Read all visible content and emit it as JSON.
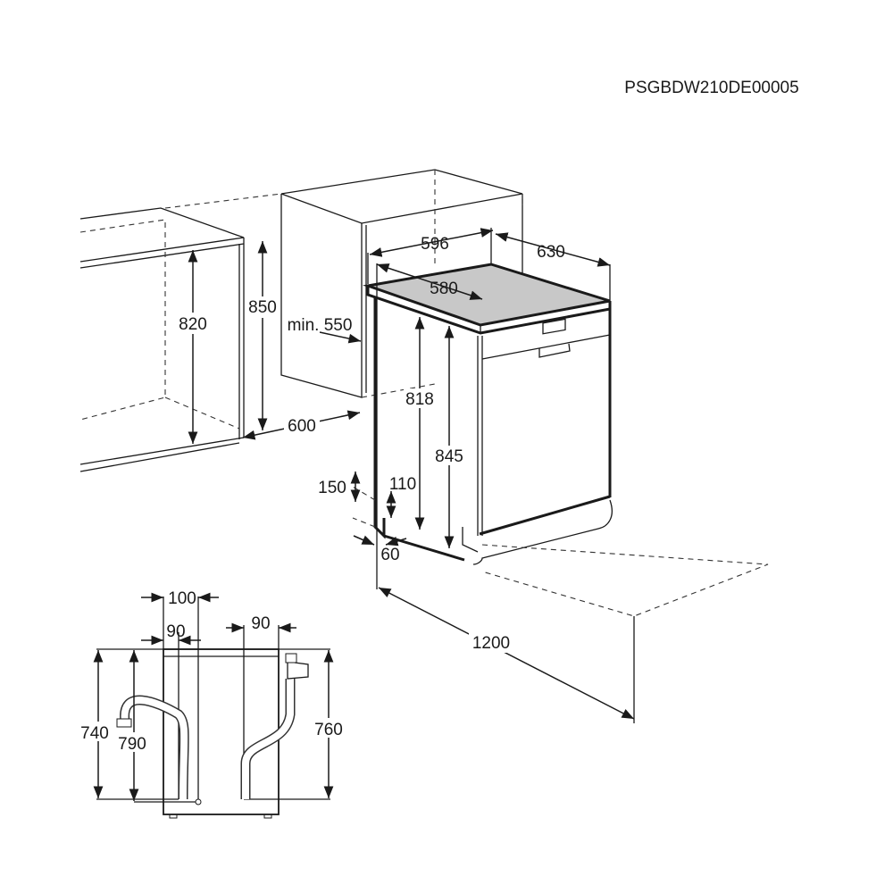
{
  "title": "PSGBDW210DE00005",
  "dimensions": {
    "width_596": "596",
    "depth_630": "630",
    "depth_580": "580",
    "niche_height_820": "820",
    "niche_height_850": "850",
    "min_550": "min. 550",
    "niche_width_600": "600",
    "height_818": "818",
    "height_845": "845",
    "plinth_150": "150",
    "plinth_110": "110",
    "depth_60": "60",
    "door_open_1200": "1200"
  },
  "rear_view": {
    "offset_100": "100",
    "offset_90_left": "90",
    "offset_90_right": "90",
    "height_740": "740",
    "height_790": "790",
    "height_760": "760"
  },
  "colors": {
    "line": "#1a1a1a",
    "worktop": "#c8c8c8"
  }
}
